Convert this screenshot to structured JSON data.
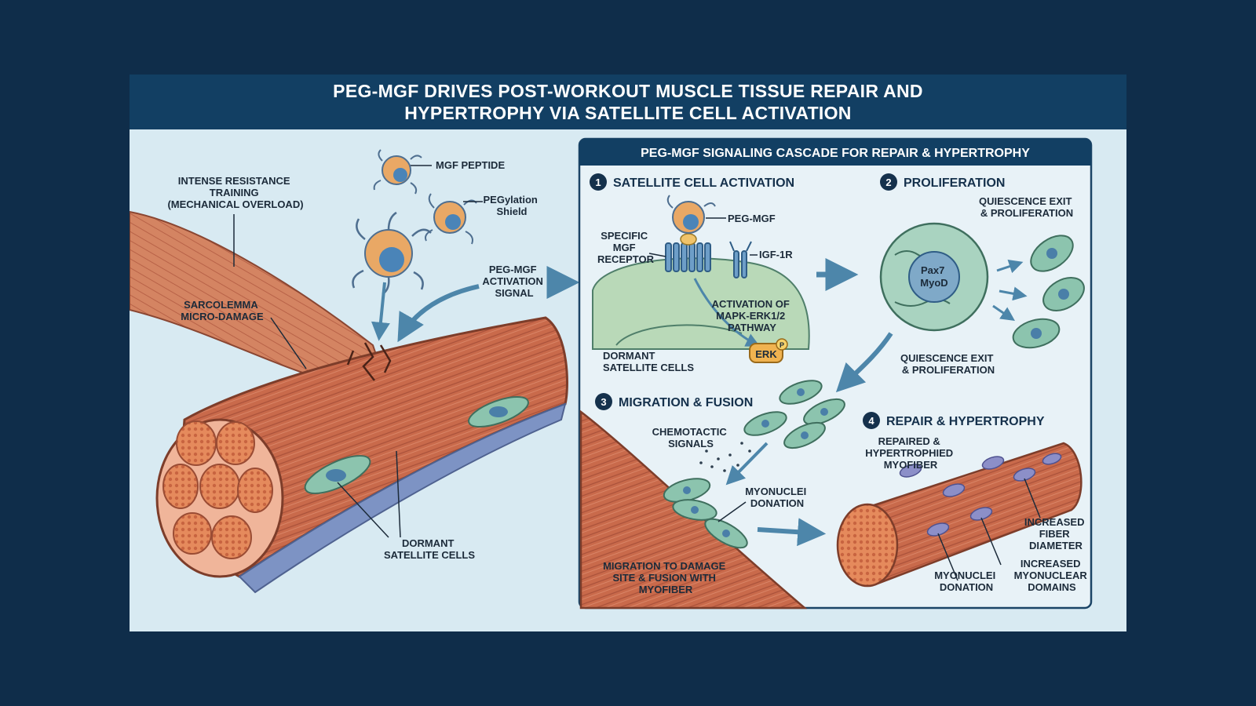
{
  "title": {
    "line1": "PEG-MGF DRIVES POST-WORKOUT MUSCLE TISSUE REPAIR AND",
    "line2": "HYPERTROPHY VIA SATELLITE CELL ACTIVATION"
  },
  "left_panel": {
    "training_label": [
      "INTENSE RESISTANCE",
      "TRAINING",
      "(MECHANICAL OVERLOAD)"
    ],
    "sarcolemma_label": [
      "SARCOLEMMA",
      "MICRO-DAMAGE"
    ],
    "mgf_peptide_label": "MGF PEPTIDE",
    "peg_shield_label": [
      "PEGylation",
      "Shield"
    ],
    "activation_signal_label": [
      "PEG-MGF",
      "ACTIVATION",
      "SIGNAL"
    ],
    "dormant_label": [
      "DORMANT",
      "SATELLITE CELLS"
    ]
  },
  "cascade": {
    "header": "PEG-MGF SIGNALING CASCADE FOR REPAIR & HYPERTROPHY",
    "step1": {
      "number": "1",
      "title": "SATELLITE CELL ACTIVATION",
      "peg_mgf": "PEG-MGF",
      "receptor": [
        "SPECIFIC",
        "MGF",
        "RECEPTOR"
      ],
      "igf1r": "IGF-1R",
      "activation": [
        "ACTIVATION OF",
        "MAPK-ERK1/2",
        "PATHWAY"
      ],
      "dormant": [
        "DORMANT",
        "SATELLITE CELLS"
      ],
      "erk": "ERK",
      "phospho": "P"
    },
    "step2": {
      "number": "2",
      "title": "PROLIFERATION",
      "quiescence_top": [
        "QUIESCENCE EXIT",
        "& PROLIFERATION"
      ],
      "nucleus": [
        "Pax7",
        "MyoD"
      ],
      "quiescence_bottom": [
        "QUIESCENCE EXIT",
        "& PROLIFERATION"
      ]
    },
    "step3": {
      "number": "3",
      "title": "MIGRATION & FUSION",
      "chemotactic": [
        "CHEMOTACTIC",
        "SIGNALS"
      ],
      "myonuclei": [
        "MYONUCLEI",
        "DONATION"
      ],
      "migration": [
        "MIGRATION TO DAMAGE",
        "SITE & FUSION WITH",
        "MYOFIBER"
      ]
    },
    "step4": {
      "number": "4",
      "title": "REPAIR & HYPERTROPHY",
      "repaired": [
        "REPAIRED &",
        "HYPERTROPHIED",
        "MYOFIBER"
      ],
      "fiber_diameter": [
        "INCREASED",
        "FIBER",
        "DIAMETER"
      ],
      "myonuclear_domains": [
        "INCREASED",
        "MYONUCLEAR",
        "DOMAINS"
      ],
      "myonuclei": [
        "MYONUCLEI",
        "DONATION"
      ]
    }
  },
  "colors": {
    "background": "#0f2d4a",
    "title_bar": "#123f63",
    "muscle": "#c8684a",
    "satellite_cell": "#8cc4ae",
    "arrow": "#5a8fb0"
  }
}
